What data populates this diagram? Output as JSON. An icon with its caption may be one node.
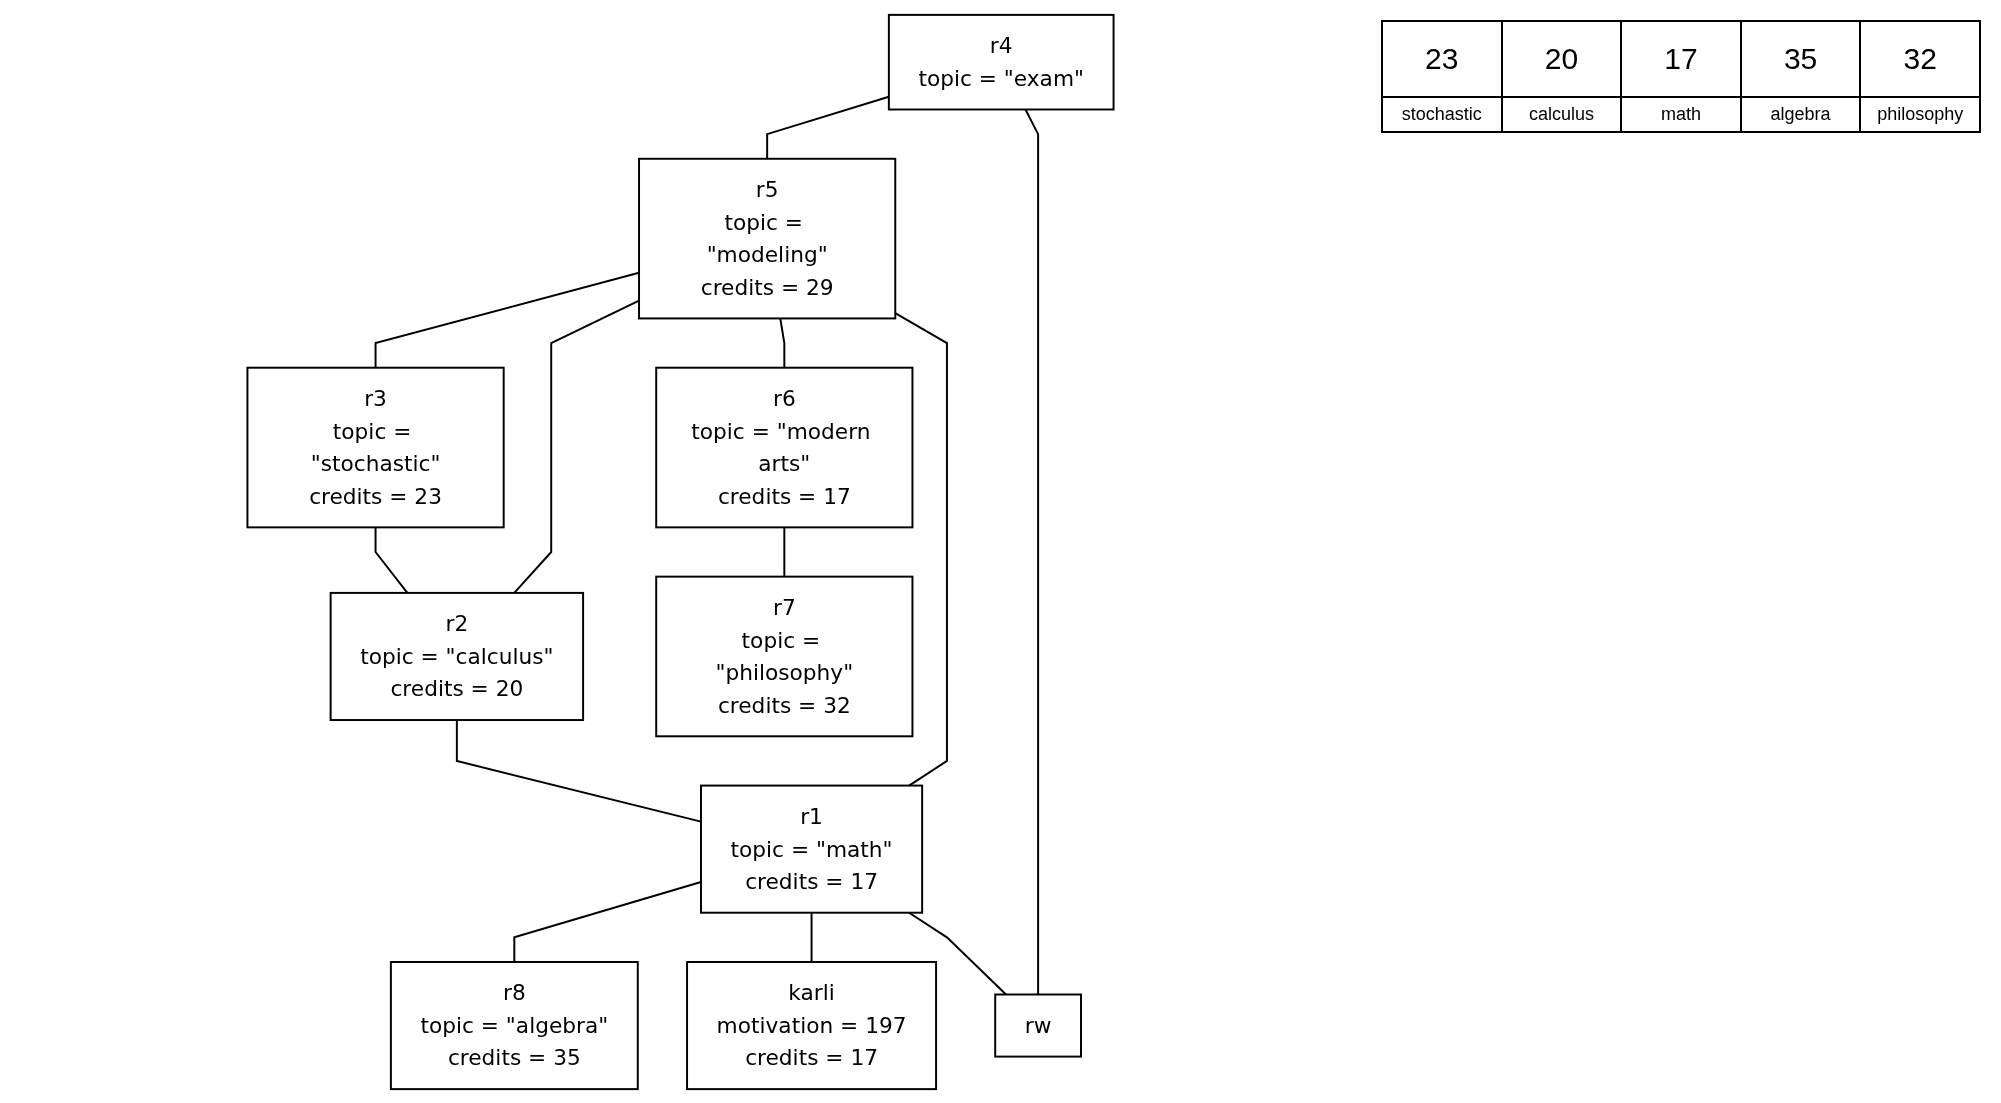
{
  "diagram": {
    "nodes": [
      {
        "text": [
          "r4",
          "topic = \"exam\""
        ]
      },
      {
        "text": [
          "r5",
          "topic = \"modeling\"",
          "credits = 29"
        ]
      },
      {
        "text": [
          "r6",
          "topic = \"modern arts\"",
          "credits = 17"
        ]
      },
      {
        "text": [
          "r3",
          "topic = \"stochastic\"",
          "credits = 23"
        ]
      },
      {
        "text": [
          "r2",
          "topic = \"calculus\"",
          "credits = 20"
        ]
      },
      {
        "text": [
          "r1",
          "topic = \"math\"",
          "credits = 17"
        ]
      },
      {
        "text": [
          "r8",
          "topic = \"algebra\"",
          "credits = 35"
        ]
      },
      {
        "text": [
          "r7",
          "topic = \"philosophy\"",
          "credits = 32"
        ]
      },
      {
        "text": [
          "karli",
          "motivation = 197",
          "credits = 17"
        ]
      },
      {
        "text": [
          "rw"
        ]
      }
    ],
    "edges": [
      {
        "from": 0,
        "to": 1,
        "arrow": "none"
      },
      {
        "from": 0,
        "to": 9,
        "arrow": "none"
      },
      {
        "from": 1,
        "to": 3,
        "arrow": "none"
      },
      {
        "from": 1,
        "to": 2,
        "arrow": "none"
      },
      {
        "from": 1,
        "to": 4,
        "arrow": "none"
      },
      {
        "from": 1,
        "to": 5,
        "arrow": "none"
      },
      {
        "from": 3,
        "to": 4,
        "arrow": "none"
      },
      {
        "from": 2,
        "to": 7,
        "arrow": "none"
      },
      {
        "from": 4,
        "to": 5,
        "arrow": "none"
      },
      {
        "from": 5,
        "to": 6,
        "arrow": "none"
      },
      {
        "from": 5,
        "to": 9,
        "arrow": "none"
      },
      {
        "from": 5,
        "to": 8,
        "arrow": "none"
      }
    ],
    "labels": [
      "23",
      "20",
      "17",
      "35",
      "32",
      "stochastic",
      "calculus",
      "math",
      "algebra",
      "philosophy"
    ]
  }
}
